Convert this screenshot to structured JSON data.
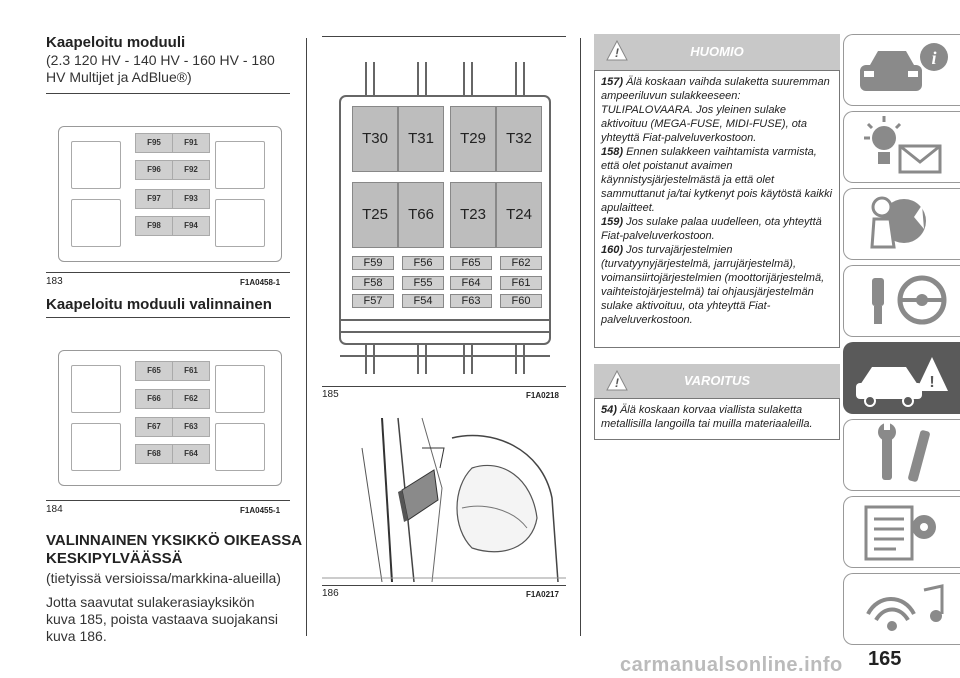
{
  "col1": {
    "heading1": "Kaapeloitu moduuli",
    "sub1_line1": "(2.3 120 HV - 140 HV - 160 HV - 180",
    "sub1_line2": "HV Multijet ja AdBlue®)",
    "fig183": {
      "num": "183",
      "code": "F1A0458-1",
      "fuses": [
        "F95",
        "F91",
        "F96",
        "F92",
        "F97",
        "F93",
        "F98",
        "F94"
      ]
    },
    "heading2": "Kaapeloitu moduuli valinnainen",
    "fig184": {
      "num": "184",
      "code": "F1A0455-1",
      "fuses": [
        "F65",
        "F61",
        "F66",
        "F62",
        "F67",
        "F63",
        "F68",
        "F64"
      ]
    },
    "heading3_line1": "VALINNAINEN YKSIKKÖ OIKEASSA",
    "heading3_line2": "KESKIPYLVÄÄSSÄ",
    "para1": "(tietyissä versioissa/markkina-alueilla)",
    "para2_line1": "Jotta saavutat sulakerasiayksikön",
    "para2_line2": "kuva 185, poista vastaava suojakansi",
    "para2_line3": "kuva 186."
  },
  "col2": {
    "fig185": {
      "num": "185",
      "code": "F1A0218",
      "relays": [
        "T30",
        "T31",
        "T29",
        "T32",
        "T25",
        "T66",
        "T23",
        "T24"
      ],
      "fuses": [
        "F59",
        "F56",
        "F65",
        "F62",
        "F58",
        "F55",
        "F64",
        "F61",
        "F57",
        "F54",
        "F63",
        "F60"
      ]
    },
    "fig186": {
      "num": "186",
      "code": "F1A0217"
    }
  },
  "col3": {
    "huomio": {
      "title": "HUOMIO",
      "items": [
        {
          "num": "157)",
          "text": "Älä koskaan vaihda sulaketta suuremman ampeeriluvun sulakkeeseen: TULIPALOVAARA. Jos yleinen sulake aktivoituu (MEGA-FUSE, MIDI-FUSE), ota yhteyttä Fiat-palveluverkostoon."
        },
        {
          "num": "158)",
          "text": "Ennen sulakkeen vaihtamista varmista, että olet poistanut avaimen käynnistysjärjestelmästä ja että olet sammuttanut ja/tai kytkenyt pois käytöstä kaikki apulaitteet."
        },
        {
          "num": "159)",
          "text": "Jos sulake palaa uudelleen, ota yhteyttä Fiat-palveluverkostoon."
        },
        {
          "num": "160)",
          "text": "Jos turvajärjestelmien (turvatyynyjärjestelmä, jarrujärjestelmä), voimansiirtojärjestelmien (moottorijärjestelmä, vaihteistojärjestelmä) tai ohjausjärjestelmän sulake aktivoituu, ota yhteyttä Fiat-palveluverkostoon."
        }
      ]
    },
    "varoitus": {
      "title": "VAROITUS",
      "items": [
        {
          "num": "54)",
          "text": "Älä koskaan korvaa viallista sulaketta metallisilla langoilla tai muilla materiaaleilla."
        }
      ]
    }
  },
  "page_number": "165",
  "watermark": "carmanualsonline.info",
  "sidebar_tabs": [
    "car-info-icon",
    "lights-mail-icon",
    "airbag-person-icon",
    "key-wheel-icon",
    "car-breakdown-icon",
    "wrench-icon",
    "checklist-gear-icon",
    "multimedia-icon",
    "index-letters-icon"
  ],
  "colors": {
    "header_gray": "#c8c8c8",
    "active_tab": "#5a5a5a",
    "icon_gray": "#8a8a8a"
  }
}
